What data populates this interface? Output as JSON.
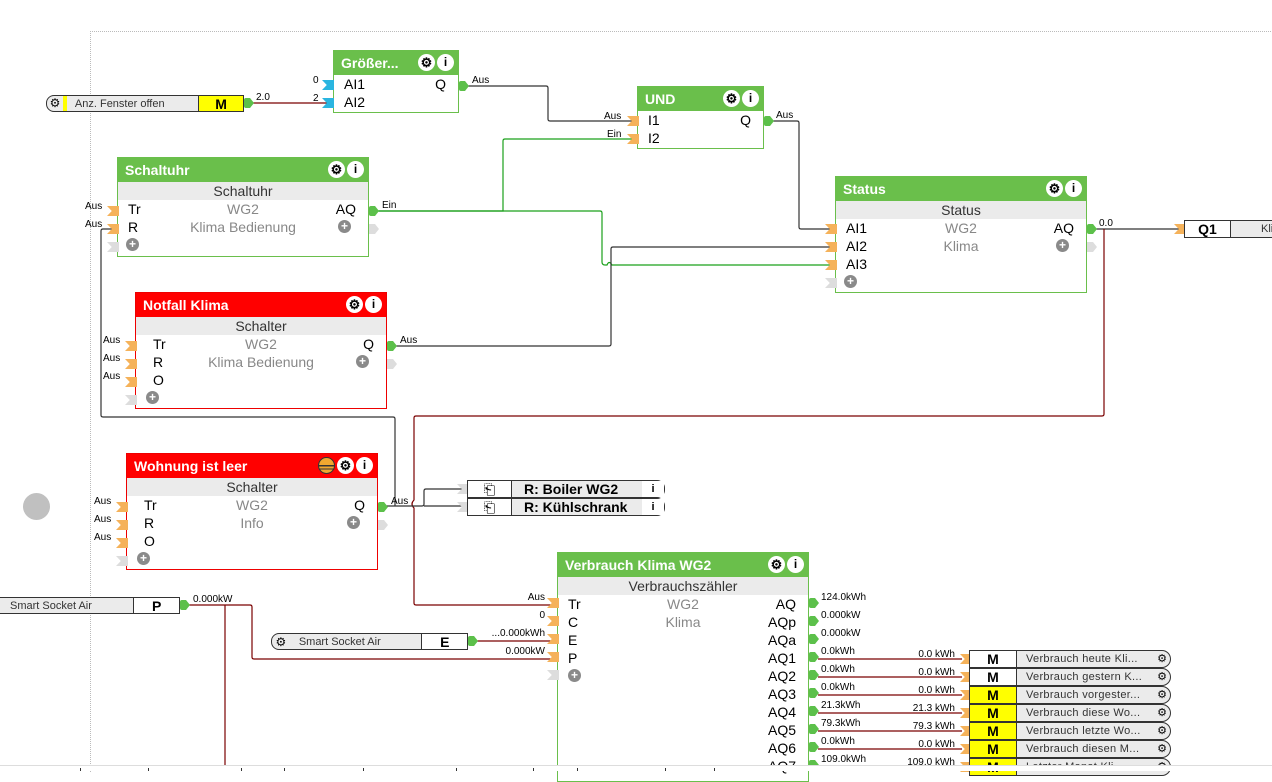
{
  "canvas": {
    "wire_colors": {
      "default": "#333333",
      "active": "#1aa01a",
      "analog": "#7a0000"
    },
    "block_colors": {
      "green": "#6abf4b",
      "red": "#ff0000"
    }
  },
  "inputs": {
    "anz_fenster": {
      "name": "Anz. Fenster offen",
      "letter": "M",
      "value": "2.0"
    },
    "smart_socket_p": {
      "name": "Smart Socket Air",
      "letter": "P",
      "value": "0.000kW"
    },
    "smart_socket_e": {
      "name": "Smart Socket Air",
      "letter": "E",
      "value": "...0.000kWh"
    }
  },
  "blocks": {
    "groesser": {
      "title": "Größer...",
      "inputs": [
        "AI1",
        "AI2"
      ],
      "input_values": [
        "0",
        "2"
      ],
      "output": "Q",
      "output_value": "Aus"
    },
    "und": {
      "title": "UND",
      "inputs": [
        "I1",
        "I2"
      ],
      "input_values": [
        "Aus",
        "Ein"
      ],
      "output": "Q",
      "output_value": "Aus"
    },
    "schaltuhr": {
      "title": "Schaltuhr",
      "type": "Schaltuhr",
      "room": "WG2",
      "category": "Klima Bedienung",
      "inputs": [
        "Tr",
        "R"
      ],
      "input_values": [
        "Aus",
        "Aus"
      ],
      "output": "AQ",
      "output_value": "Ein"
    },
    "status": {
      "title": "Status",
      "type": "Status",
      "room": "WG2",
      "category": "Klima",
      "inputs": [
        "AI1",
        "AI2",
        "AI3"
      ],
      "output": "AQ",
      "output_value": "0.0"
    },
    "notfall": {
      "title": "Notfall Klima",
      "type": "Schalter",
      "room": "WG2",
      "category": "Klima Bedienung",
      "inputs": [
        "Tr",
        "R",
        "O"
      ],
      "input_values": [
        "Aus",
        "Aus",
        "Aus"
      ],
      "output": "Q",
      "output_value": "Aus"
    },
    "wohnung": {
      "title": "Wohnung ist leer",
      "type": "Schalter",
      "room": "WG2",
      "category": "Info",
      "inputs": [
        "Tr",
        "R",
        "O"
      ],
      "input_values": [
        "Aus",
        "Aus",
        "Aus"
      ],
      "output": "Q",
      "output_value": "Aus"
    },
    "verbrauch": {
      "title": "Verbrauch Klima WG2",
      "type": "Verbrauchszähler",
      "room": "WG2",
      "category": "Klima",
      "inputs": [
        "Tr",
        "C",
        "E",
        "P"
      ],
      "input_values": [
        "Aus",
        "0",
        "...0.000kWh",
        "0.000kW"
      ],
      "outputs": [
        "AQ",
        "AQp",
        "AQa",
        "AQ1",
        "AQ2",
        "AQ3",
        "AQ4",
        "AQ5",
        "AQ6",
        "AQ7"
      ],
      "output_values": [
        "124.0kWh",
        "0.000kW",
        "0.000kW",
        "0.0kWh",
        "0.0kWh",
        "0.0kWh",
        "21.3kWh",
        "79.3kWh",
        "0.0kWh",
        "109.0kWh"
      ]
    }
  },
  "outputs": {
    "q1": {
      "letter": "Q1",
      "name": "Kli"
    },
    "boiler": {
      "name": "R: Boiler WG2"
    },
    "kuehlschrank": {
      "name": "R: Kühlschrank"
    }
  },
  "memories": [
    {
      "value": "0.0 kWh",
      "name": "Verbrauch heute Kli...",
      "highlight": false
    },
    {
      "value": "0.0 kWh",
      "name": "Verbrauch gestern K...",
      "highlight": false
    },
    {
      "value": "0.0 kWh",
      "name": "Verbrauch vorgester...",
      "highlight": true
    },
    {
      "value": "21.3 kWh",
      "name": "Verbrauch diese Wo...",
      "highlight": true
    },
    {
      "value": "79.3 kWh",
      "name": "Verbrauch letzte Wo...",
      "highlight": true
    },
    {
      "value": "0.0 kWh",
      "name": "Verbrauch diesen M...",
      "highlight": true
    },
    {
      "value": "109.0 kWh",
      "name": "Letzter Monat Kli...",
      "highlight": true
    }
  ],
  "icons": {
    "gear": "⚙",
    "info": "i",
    "add": "+",
    "output_ref": "⎗"
  }
}
